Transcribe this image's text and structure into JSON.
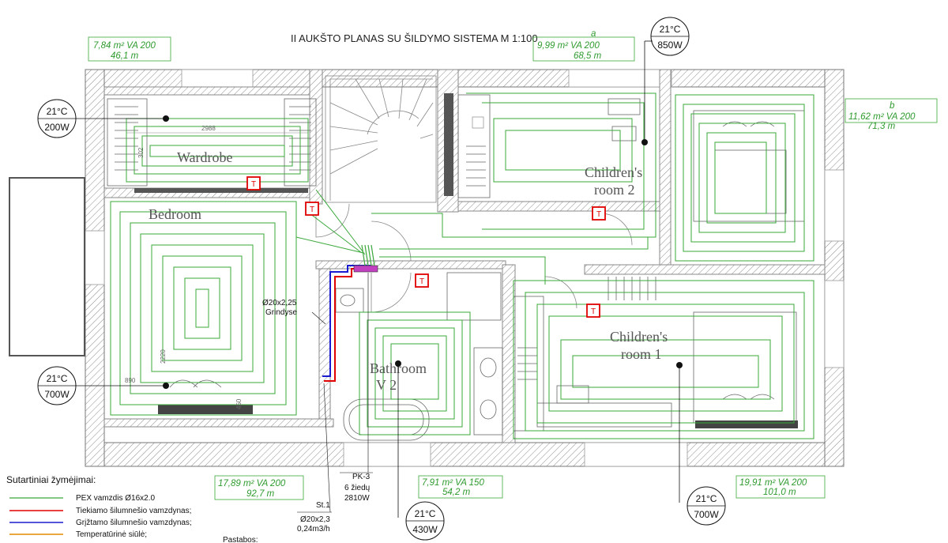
{
  "title": "II AUKŠTO PLANAS SU ŠILDYMO SISTEMA M 1:100",
  "rooms": {
    "wardrobe": "Wardrobe",
    "bedroom": "Bedroom",
    "children2_l1": "Children's",
    "children2_l2": "room 2",
    "children1_l1": "Children's",
    "children1_l2": "room 1",
    "bathroom_l1": "Bathroom",
    "bathroom_l2": "V 2"
  },
  "area_labels": {
    "wardrobe": {
      "line1": "7,84 m²  VA 200",
      "line2": "46,1 m"
    },
    "children2": {
      "letter": "a",
      "line1": "9,99 m²  VA 200",
      "line2": "68,5 m"
    },
    "children2b": {
      "letter": "b",
      "line1": "11,62 m²  VA 200",
      "line2": "71,3 m"
    },
    "bedroom": {
      "line1": "17,89 m²  VA 200",
      "line2": "92,7 m"
    },
    "bathroom": {
      "line1": "7,91 m²  VA 150",
      "line2": "54,2 m"
    },
    "children1": {
      "line1": "19,91 m²  VA 200",
      "line2": "101,0 m"
    }
  },
  "heat_circles": [
    {
      "id": "wardrobe",
      "temp": "21°C",
      "power": "200W"
    },
    {
      "id": "bedroom",
      "temp": "21°C",
      "power": "700W"
    },
    {
      "id": "children2",
      "temp": "21°C",
      "power": "850W"
    },
    {
      "id": "bathroom",
      "temp": "21°C",
      "power": "430W"
    },
    {
      "id": "children1",
      "temp": "21°C",
      "power": "700W"
    }
  ],
  "thermostat_symbol": "T",
  "annotations": {
    "pipe_spec_l1": "Ø20x2,25",
    "pipe_spec_l2": "Grindyse",
    "manifold_l1": "PK-3",
    "manifold_l2": "6 žiedų",
    "manifold_l3": "2810W",
    "riser_l1": "St.1",
    "riser_l2": "Ø20x2,3",
    "riser_l3": "0,24m3/h"
  },
  "dimensions": {
    "d2988": "2988",
    "d302": "302",
    "d2220": "2220",
    "d890": "890",
    "d450": "450"
  },
  "legend": {
    "title": "Sutartiniai žymėjimai:",
    "items": [
      {
        "label": "PEX vamzdis Ø16x2.0",
        "color": "#3aa83a"
      },
      {
        "label": "Tiekiamo šilumnešio vamzdynas;",
        "color": "#e00000"
      },
      {
        "label": "Grįžtamo šilumnešio vamzdynas;",
        "color": "#1a1ad0"
      },
      {
        "label": "Temperatūrinė siūlė;",
        "color": "#e08a00"
      }
    ]
  },
  "notes_label": "Pastabos:",
  "colors": {
    "wall": "#9a9a9a",
    "pex": "#3aa83a",
    "supply": "#e00000",
    "return": "#1a1ad0",
    "thermostat": "#e00000",
    "area_text": "#2e9b2e"
  }
}
